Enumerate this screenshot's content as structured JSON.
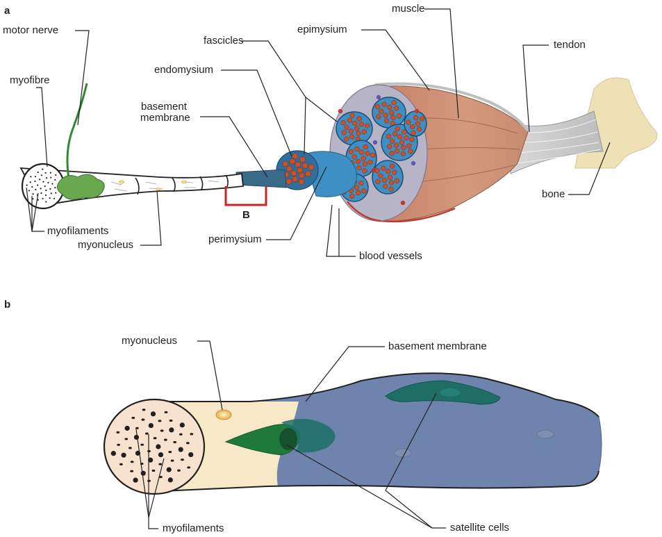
{
  "panels": {
    "a": "a",
    "b": "b"
  },
  "panel_a": {
    "motor_nerve": "motor nerve",
    "myofibre": "myofibre",
    "basement_membrane_line1": "basement",
    "basement_membrane_line2": "membrane",
    "endomysium": "endomysium",
    "fascicles": "fascicles",
    "epimysium": "epimysium",
    "muscle": "muscle",
    "tendon": "tendon",
    "bone": "bone",
    "myofilaments": "myofilaments",
    "myonucleus": "myonucleus",
    "perimysium": "perimysium",
    "blood_vessels": "blood vessels",
    "bracket_label": "B"
  },
  "panel_b": {
    "myonucleus": "myonucleus",
    "basement_membrane": "basement membrane",
    "myofilaments": "myofilaments",
    "satellite_cells": "satellite cells"
  },
  "colors": {
    "muscle": "#c98a6e",
    "fascicle_blue": "#3d8fc4",
    "fibre_orange": "#c8502a",
    "nerve_green": "#2f8a2f",
    "bone": "#efe1b6",
    "membrane_blue": "#6f84ad",
    "satellite_green": "#1f7a5a",
    "fibre_cream": "#f7e8c8",
    "bracket_red": "#cc2222"
  }
}
